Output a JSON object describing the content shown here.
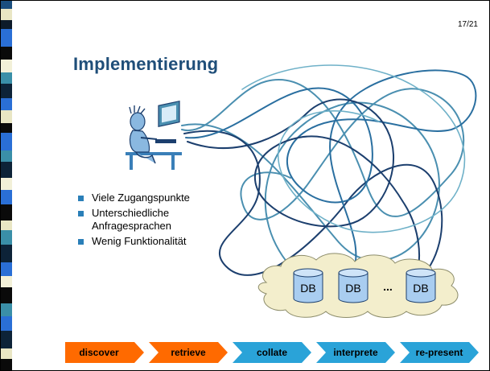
{
  "slide": {
    "page_number": "17/21",
    "title": "Implementierung",
    "bullets": [
      "Viele Zugangspunkte",
      "Unterschiedliche Anfragesprachen",
      "Wenig Funktionalität"
    ]
  },
  "databases": {
    "labels": [
      "DB",
      "DB",
      "DB"
    ],
    "ellipsis": "..."
  },
  "process": {
    "steps": [
      {
        "label": "discover",
        "color": "#ff6a00"
      },
      {
        "label": "retrieve",
        "color": "#ff6a00"
      },
      {
        "label": "collate",
        "color": "#2aa3d8"
      },
      {
        "label": "interprete",
        "color": "#2aa3d8"
      },
      {
        "label": "re-present",
        "color": "#2aa3d8"
      }
    ]
  },
  "colors": {
    "title": "#1f4e79",
    "bullet": "#2a7fb8",
    "cloud": "#f3eecc",
    "db_fill": "#a9cdf0",
    "curve_dark": "#1c3f6e",
    "curve_light": "#4a8fb0"
  }
}
